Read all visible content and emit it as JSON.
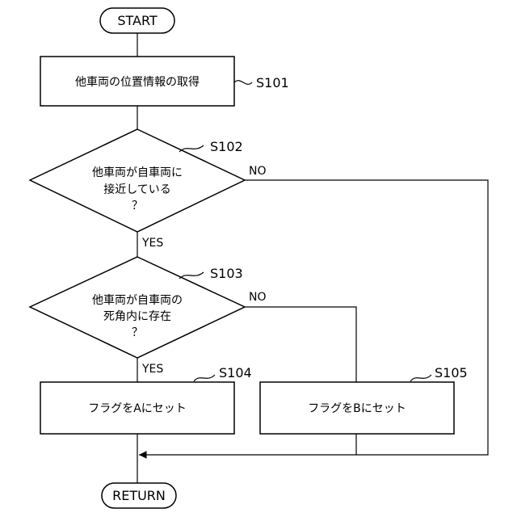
{
  "terminals": {
    "start": "START",
    "return": "RETURN"
  },
  "steps": {
    "s101": {
      "id": "S101",
      "text": "他車両の位置情報の取得"
    },
    "s102": {
      "id": "S102",
      "lines": [
        "他車両が自車両に",
        "接近している",
        "？"
      ]
    },
    "s103": {
      "id": "S103",
      "lines": [
        "他車両が自車両の",
        "死角内に存在",
        "？"
      ]
    },
    "s104": {
      "id": "S104",
      "text": "フラグをAにセット"
    },
    "s105": {
      "id": "S105",
      "text": "フラグをBにセット"
    }
  },
  "branches": {
    "s102_yes": "YES",
    "s102_no": "NO",
    "s103_yes": "YES",
    "s103_no": "NO"
  }
}
